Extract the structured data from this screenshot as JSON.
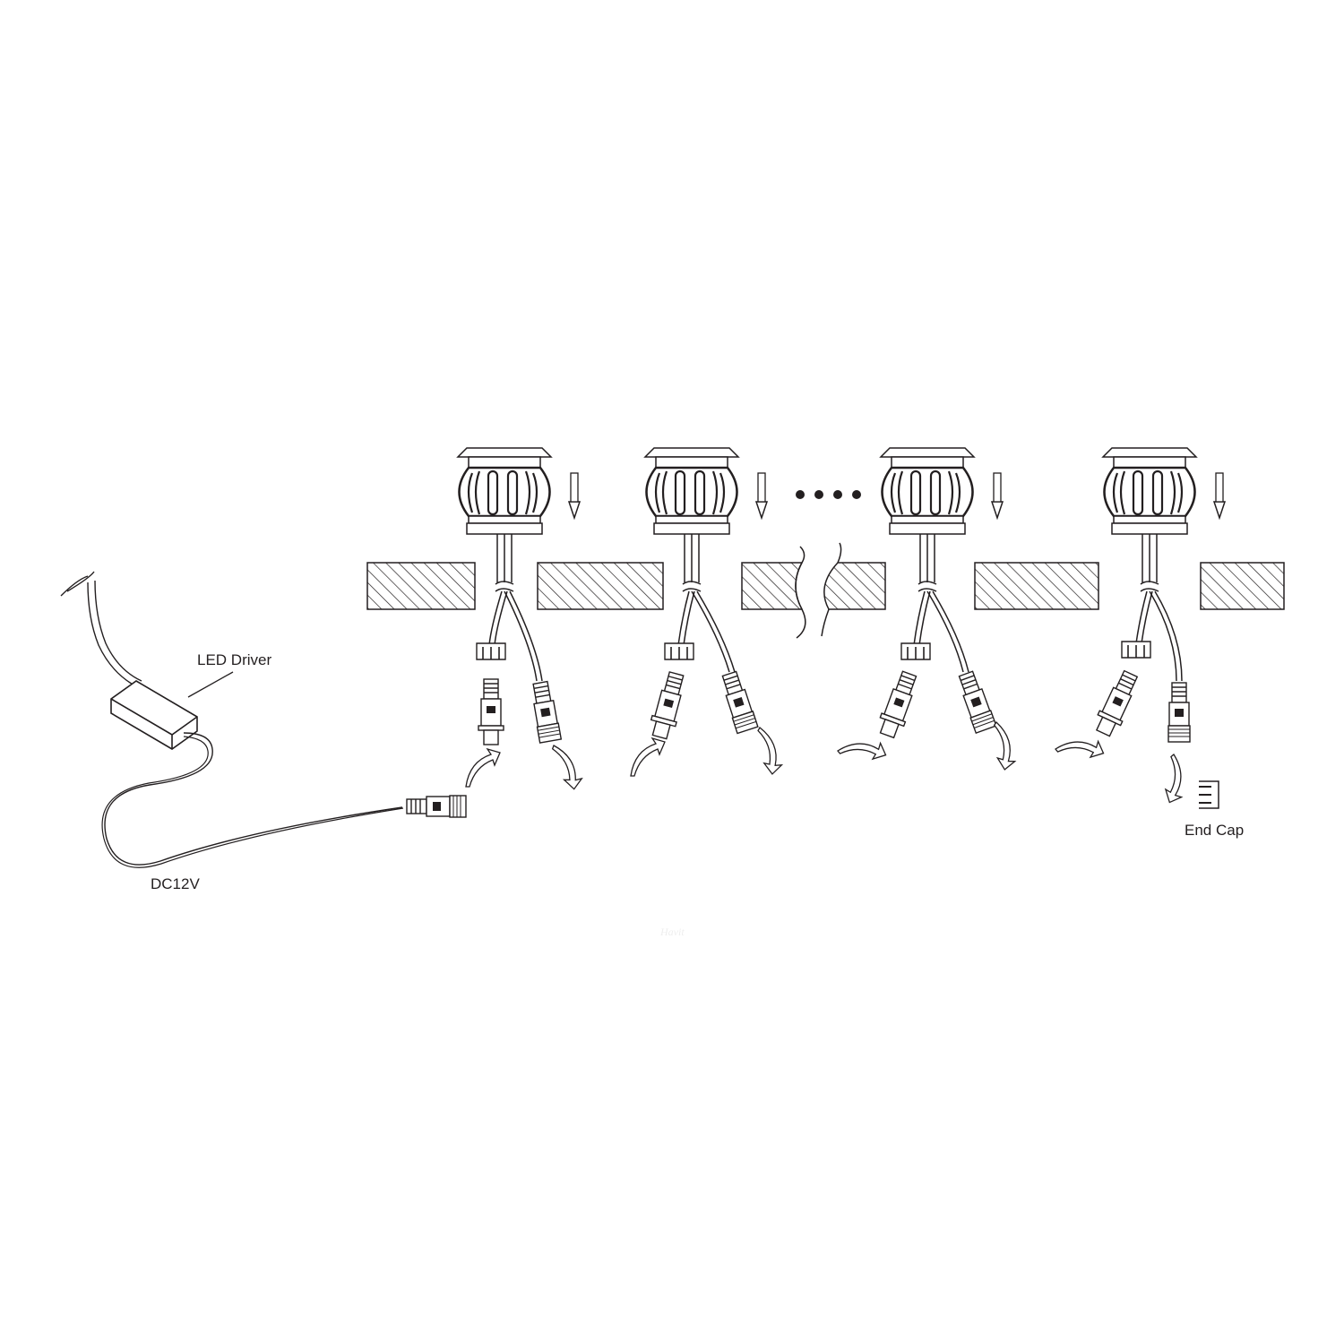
{
  "labels": {
    "driver": "LED Driver",
    "voltage": "DC12V",
    "end_cap": "End Cap"
  },
  "watermark": "Havit",
  "fixture_count_shown": 4,
  "colors": {
    "line": "#231f20",
    "background": "#ffffff"
  }
}
